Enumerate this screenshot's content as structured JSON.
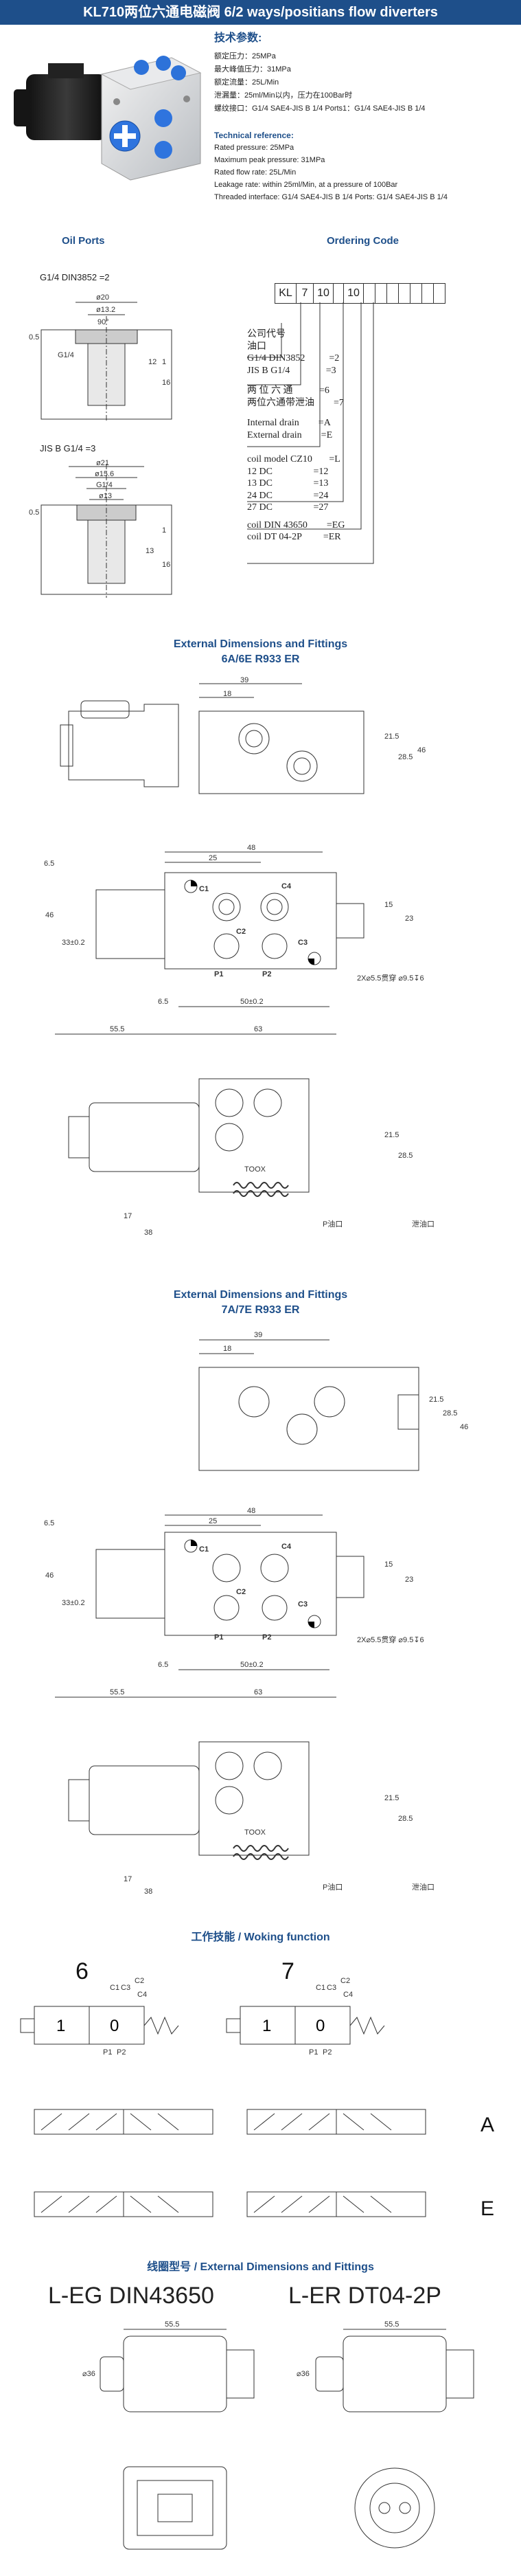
{
  "header": {
    "title": "KL710两位六通电磁阀 6/2 ways/positians flow diverters"
  },
  "specs_cn": {
    "title": "技术参数:",
    "rows": [
      "额定压力：25MPa",
      "最大峰值压力：31MPa",
      "额定流量：25L/Min",
      "泄漏量：25ml/Min以内，压力在100Bar时",
      "螺纹接口：G1/4 SAE4-JIS B 1/4 Ports1：G1/4 SAE4-JIS B 1/4"
    ]
  },
  "specs_en": {
    "title": "Technical reference:",
    "rows": [
      "Rated pressure: 25MPa",
      "Maximum peak pressure: 31MPa",
      "Rated flow rate: 25L/Min",
      "Leakage rate: within 25ml/Min, at a pressure of 100Bar",
      "Threaded interface: G1/4 SAE4-JIS B 1/4 Ports: G1/4 SAE4-JIS B 1/4"
    ]
  },
  "oil_ports": {
    "title": "Oil Ports",
    "g14": "G1/4 DIN3852   =2",
    "jis": "JIS B G1/4      =3",
    "dims": [
      "ø20",
      "ø13.2",
      "90°",
      "G1/4",
      "0.5",
      "12",
      "1",
      "16",
      "ø21",
      "ø15.6",
      "G1/4",
      "ø13",
      "13",
      "1",
      "16",
      "0.5"
    ]
  },
  "ordering": {
    "title": "Ordering Code",
    "code_cells": [
      "KL",
      "7",
      "10",
      "",
      "10",
      "",
      "",
      "",
      "",
      "",
      "",
      ""
    ],
    "lines": [
      "公司代号",
      "油口",
      "G1/4 DIN3852          =2",
      "JIS B G1/4               =3",
      "两 位 六 通           =6",
      "两位六通带泄油        =7",
      "Internal drain        =A",
      "External drain        =E",
      "coil model CZ10       =L",
      "12 DC                 =12",
      "13 DC                 =13",
      "24 DC                 =24",
      "27 DC                 =27",
      "coil DIN 43650        =EG",
      "coil DT 04-2P         =ER"
    ]
  },
  "dims_6a": {
    "title1": "External Dimensions and Fittings",
    "title2": "6A/6E R933 ER"
  },
  "dims_7a": {
    "title1": "External Dimensions and Fittings",
    "title2": "7A/7E R933 ER"
  },
  "dim_labels": {
    "top": [
      "39",
      "18",
      "21.5",
      "28.5",
      "46"
    ],
    "mid": [
      "48",
      "25",
      "6.5",
      "C1",
      "C4",
      "C2",
      "C3",
      "15",
      "23",
      "46",
      "33±0.2",
      "P1",
      "P2",
      "6.5",
      "50±0.2",
      "55.5",
      "63",
      "2X⌀5.5贯穿 ⌀9.5↧6"
    ],
    "bot": [
      "17",
      "38",
      "21.5",
      "28.5",
      "TOOX",
      "P油口",
      "泄油口"
    ]
  },
  "function": {
    "title": "工作技能 / Woking function",
    "labels": [
      "6",
      "7",
      "A",
      "E"
    ],
    "ports": [
      "C1",
      "C2",
      "C3",
      "C4",
      "P1",
      "P2",
      "1",
      "0"
    ]
  },
  "coil": {
    "title": "线圈型号 / External Dimensions and Fittings",
    "left": "L-EG  DIN43650",
    "right": "L-ER  DT04-2P",
    "dim1": "55.5",
    "dim2": "⌀36"
  }
}
